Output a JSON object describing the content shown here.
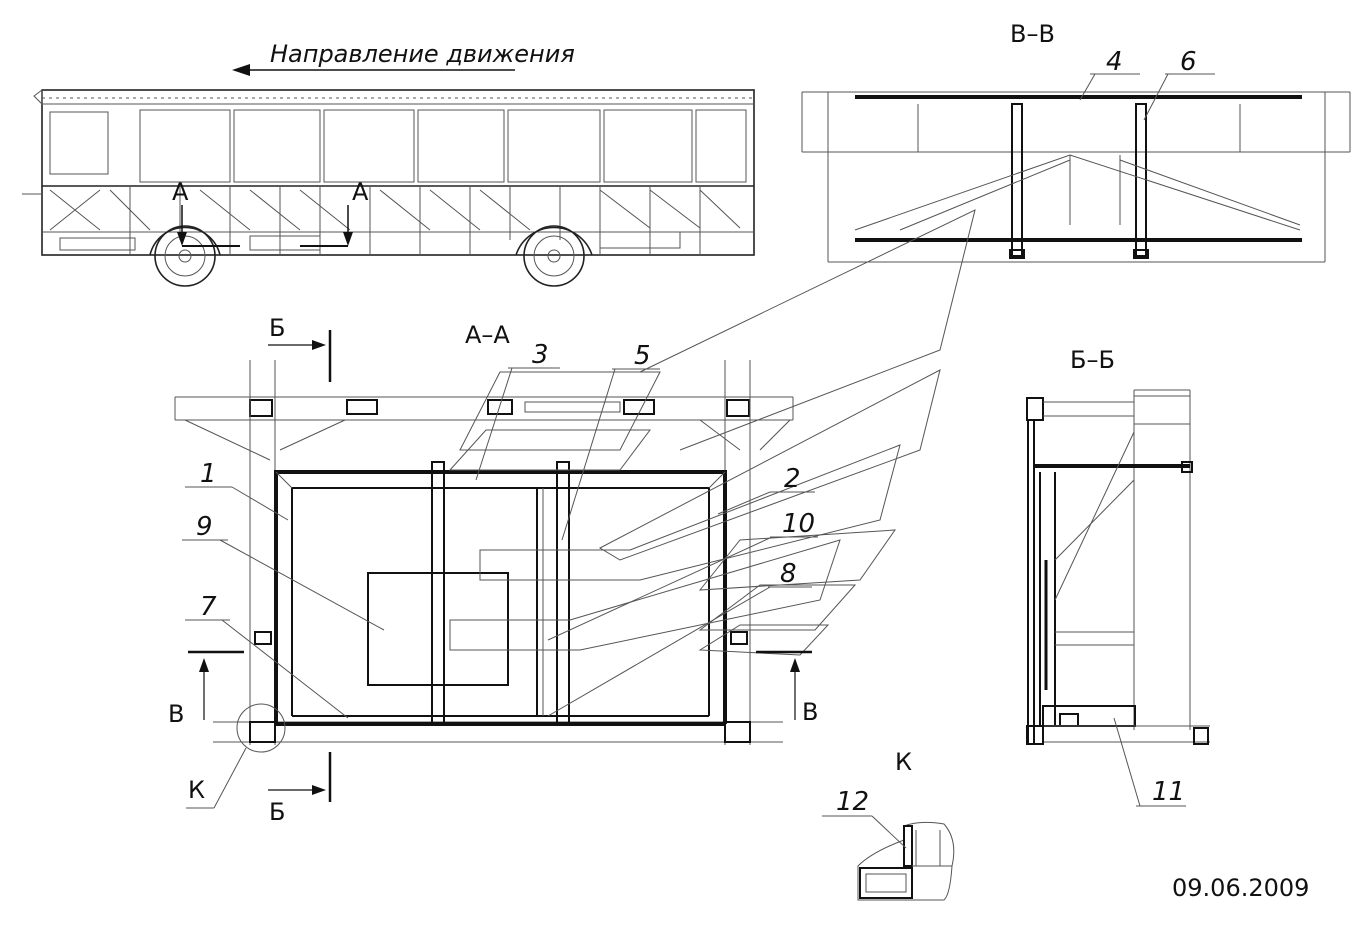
{
  "direction_label": "Направление движения",
  "section_labels": {
    "aa": "А–А",
    "bb": "Б–Б",
    "vv": "В–В",
    "k": "К"
  },
  "cut_markers": {
    "a_left": "А",
    "a_right": "А",
    "b_top": "Б",
    "b_bottom": "Б",
    "v_left": "В",
    "v_right": "В",
    "k": "К"
  },
  "callouts": [
    "1",
    "2",
    "3",
    "4",
    "5",
    "6",
    "7",
    "8",
    "9",
    "10",
    "11",
    "12"
  ],
  "date": "09.06.2009"
}
